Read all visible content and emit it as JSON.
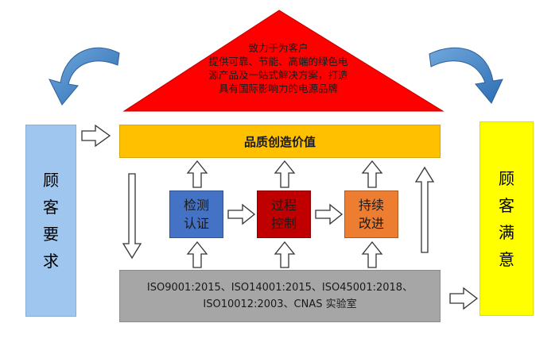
{
  "roof": {
    "lines": [
      "致力于为客户",
      "提供可靠、节能、高端的绿色电",
      "源产品及一站式解决方案，打造",
      "具有国际影响力的电源品牌"
    ]
  },
  "left_box": {
    "chars": [
      "顾",
      "客",
      "要",
      "求"
    ]
  },
  "right_box": {
    "chars": [
      "顾",
      "客",
      "满",
      "意"
    ]
  },
  "value_bar": {
    "label": "品质创造价值"
  },
  "processes": [
    {
      "line1": "检测",
      "line2": "认证"
    },
    {
      "line1": "过程",
      "line2": "控制"
    },
    {
      "line1": "持续",
      "line2": "改进"
    }
  ],
  "iso_bar": {
    "line1": "ISO9001:2015、ISO14001:2015、ISO45001:2018、",
    "line2": "ISO10012:2003、CNAS 实验室"
  },
  "colors": {
    "roof": "#ff0000",
    "left_box": "#9fc6ee",
    "right_box": "#ffff00",
    "value_bar": "#ffc000",
    "inspection": "#4472c4",
    "process_control": "#c00000",
    "improvement": "#ed7d31",
    "iso_bar": "#a6a6a6",
    "curved_arrows": "#3f7fc2"
  }
}
